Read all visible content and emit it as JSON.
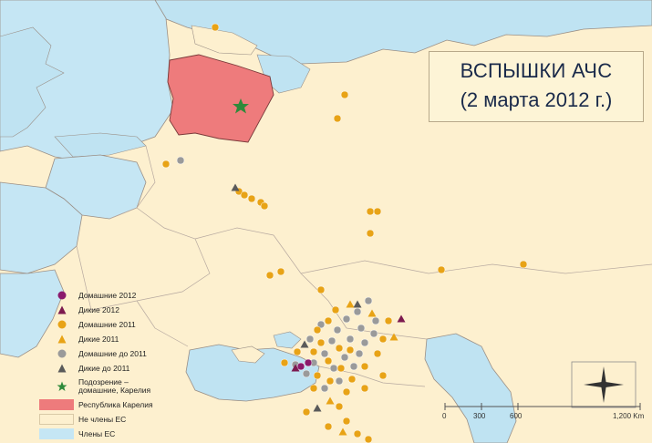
{
  "title": {
    "line1": "ВСПЫШКИ АЧС",
    "line2": "(2 марта 2012 г.)"
  },
  "colors": {
    "sea": "#bfe3f2",
    "non_eu": "#fdf0cf",
    "eu": "#c5e6f4",
    "karelia": "#ee7b7c",
    "border": "#9a8f86",
    "domestic_2012": "#8b1a6c",
    "wild_2012": "#7c1a4f",
    "domestic_2011": "#e8a316",
    "wild_2011": "#e8a316",
    "domestic_before_2011": "#9a9a9a",
    "wild_before_2011": "#5a5a5a",
    "suspected": "#2f8a3a"
  },
  "legend": {
    "items": [
      {
        "label": "Домашние 2012",
        "symbol": "circle-icon",
        "color": "#8b1a6c"
      },
      {
        "label": "Дикие 2012",
        "symbol": "triangle-icon",
        "color": "#7c1a4f"
      },
      {
        "label": "Домашние 2011",
        "symbol": "circle-icon",
        "color": "#e8a316"
      },
      {
        "label": "Дикие 2011",
        "symbol": "triangle-icon",
        "color": "#e8a316"
      },
      {
        "label": "Домашние до 2011",
        "symbol": "circle-icon",
        "color": "#9a9a9a"
      },
      {
        "label": "Дикие до 2011",
        "symbol": "triangle-icon",
        "color": "#5a5a5a"
      },
      {
        "label": "Подозрение – домашние, Карелия",
        "symbol": "star-icon",
        "color": "#2f8a3a"
      }
    ],
    "areas": [
      {
        "label": "Республика Карелия",
        "color": "#ee7b7c"
      },
      {
        "label": "Не члены ЕС",
        "color": "#fdf0cf"
      },
      {
        "label": "Члены ЕС",
        "color": "#c5e6f4"
      }
    ]
  },
  "scale": {
    "ticks": [
      "0",
      "300",
      "600",
      "1,200 Km"
    ]
  }
}
